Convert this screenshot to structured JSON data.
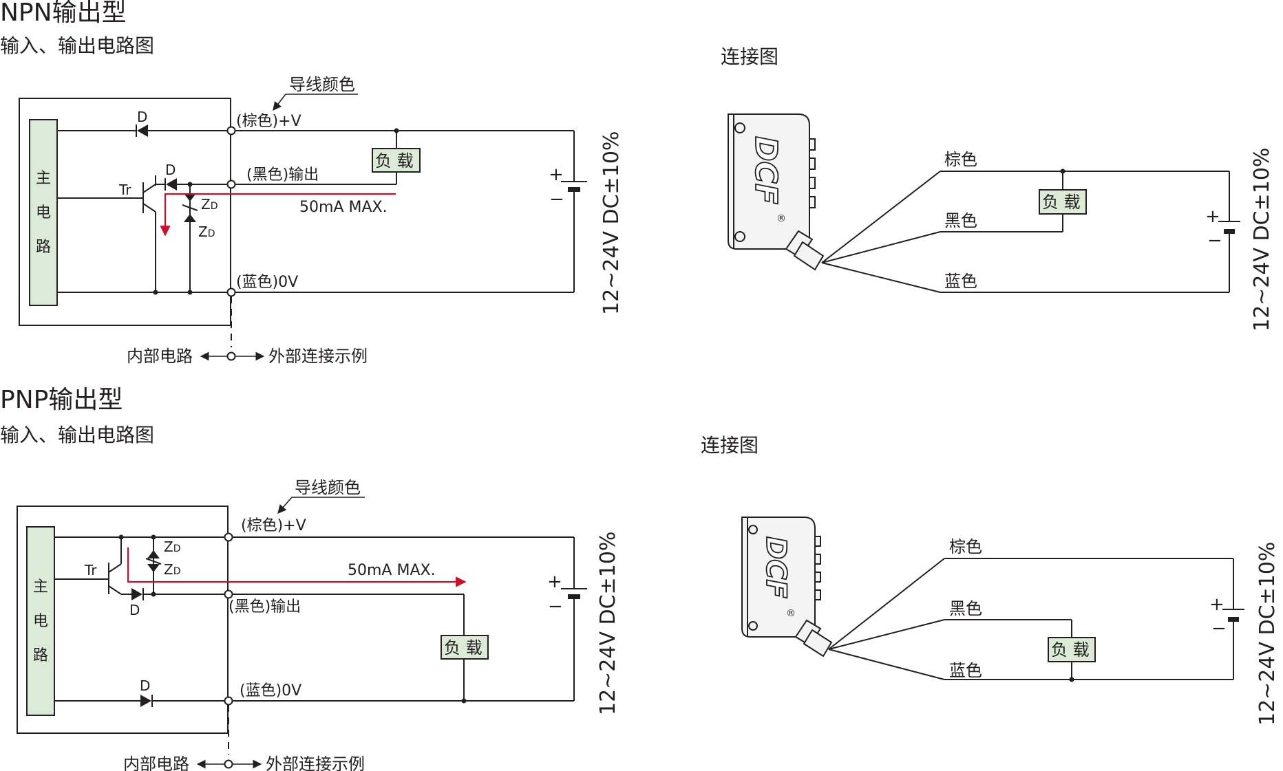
{
  "npn": {
    "title": "NPN输出型",
    "subtitle": "输入、输出电路图",
    "wire_color_label": "导线颜色",
    "main_circuit": [
      "主",
      "电",
      "路"
    ],
    "brown_label": "(棕色)+V",
    "black_label": "(黑色)输出",
    "blue_label": "(蓝色)0V",
    "current_label": "50mA MAX.",
    "load_label": "负 载",
    "supply_label": "12~24V DC±10%",
    "diode": "D",
    "transistor": "Tr",
    "zener": "Z",
    "zener_sub": "D",
    "plus": "+",
    "minus": "−",
    "internal": "内部电路",
    "external": "外部连接示例"
  },
  "npn_conn": {
    "title": "连接图",
    "brown": "棕色",
    "black": "黑色",
    "blue": "蓝色",
    "load_label": "负 载",
    "supply_label": "12~24V DC±10%",
    "plus": "+",
    "minus": "−",
    "logo": "DCF",
    "reg": "®"
  },
  "pnp": {
    "title": "PNP输出型",
    "subtitle": "输入、输出电路图",
    "wire_color_label": "导线颜色",
    "main_circuit": [
      "主",
      "电",
      "路"
    ],
    "brown_label": "(棕色)+V",
    "black_label": "(黑色)输出",
    "blue_label": "(蓝色)0V",
    "current_label": "50mA MAX.",
    "load_label": "负 载",
    "supply_label": "12~24V DC±10%",
    "diode": "D",
    "transistor": "Tr",
    "zener": "Z",
    "zener_sub": "D",
    "plus": "+",
    "minus": "−",
    "internal": "内部电路",
    "external": "外部连接示例"
  },
  "pnp_conn": {
    "title": "连接图",
    "brown": "棕色",
    "black": "黑色",
    "blue": "蓝色",
    "load_label": "负 载",
    "supply_label": "12~24V DC±10%",
    "plus": "+",
    "minus": "−",
    "logo": "DCF",
    "reg": "®"
  },
  "colors": {
    "line": "#231f20",
    "current_arrow": "#c8102e",
    "block_fill": "#dcebd7"
  }
}
